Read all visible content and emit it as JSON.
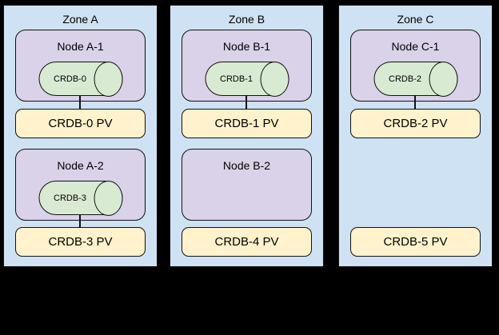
{
  "colors": {
    "zone_fill": "#cfe2f3",
    "node_fill": "#d9d2e9",
    "cylinder_fill": "#d9ead3",
    "pv_fill": "#fff2cc",
    "border": "#111111",
    "background": "#000000"
  },
  "zones": [
    {
      "label": "Zone A",
      "nodes": [
        {
          "label": "Node A-1",
          "cylinder": "CRDB-0",
          "pv": "CRDB-0 PV",
          "connected": true
        },
        {
          "label": "Node A-2",
          "cylinder": "CRDB-3",
          "pv": "CRDB-3 PV",
          "connected": true
        }
      ]
    },
    {
      "label": "Zone B",
      "nodes": [
        {
          "label": "Node B-1",
          "cylinder": "CRDB-1",
          "pv": "CRDB-1 PV",
          "connected": true
        },
        {
          "label": "Node B-2",
          "cylinder": null,
          "pv": "CRDB-4 PV",
          "connected": false
        }
      ]
    },
    {
      "label": "Zone C",
      "nodes": [
        {
          "label": "Node C-1",
          "cylinder": "CRDB-2",
          "pv": "CRDB-2 PV",
          "connected": true
        },
        {
          "label": null,
          "cylinder": null,
          "pv": "CRDB-5 PV",
          "connected": false
        }
      ]
    }
  ]
}
